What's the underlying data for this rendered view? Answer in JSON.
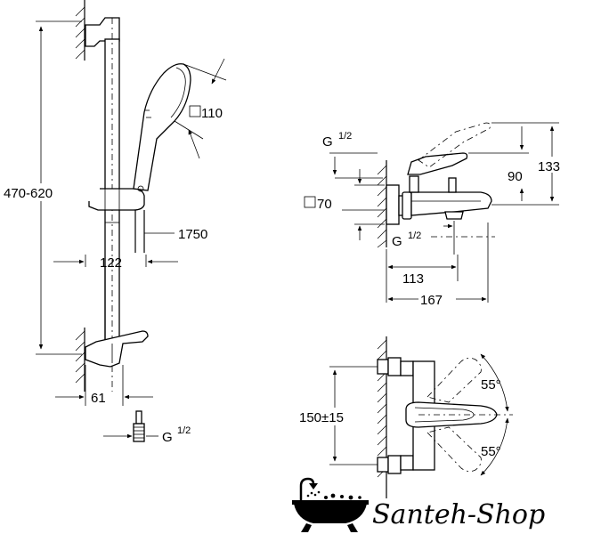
{
  "left_view": {
    "height_range": "470-620",
    "hand_shower_size": "110",
    "hose_length": "1750",
    "rail_spacing": "122",
    "wall_offset": "61",
    "connection_thread": "G",
    "connection_fraction": "1/2"
  },
  "top_right_view": {
    "inlet_thread": "G",
    "inlet_fraction": "1/2",
    "outlet_thread": "G",
    "outlet_fraction": "1/2",
    "rosette_size": "70",
    "height_90": "90",
    "height_133": "133",
    "projection_113": "113",
    "projection_167": "167"
  },
  "bottom_right_view": {
    "center_distance": "150±15",
    "angle_up": "55°",
    "angle_down": "55°"
  },
  "brand": {
    "logo_text": "Santeh-Shop"
  }
}
